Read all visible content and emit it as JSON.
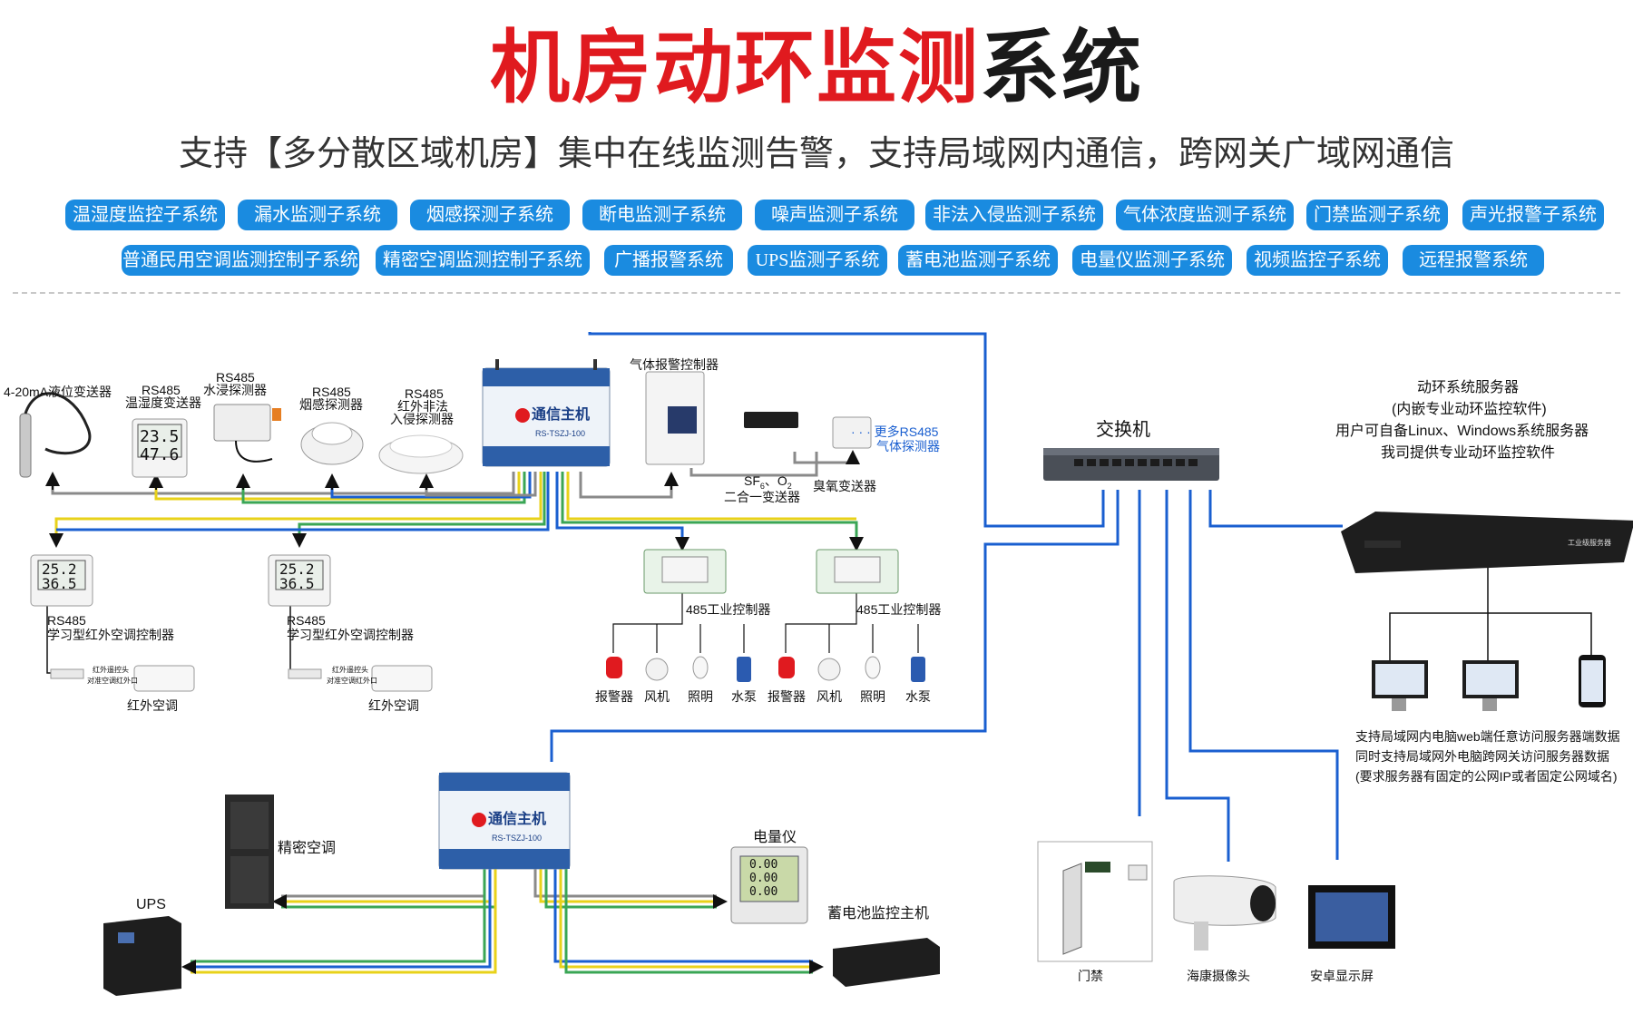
{
  "title": {
    "red": "机房动环监测",
    "black": "系统"
  },
  "subtitle": "支持【多分散区域机房】集中在线监测告警，支持局域网内通信，跨网关广域网通信",
  "subsystems_row1": [
    "温湿度监控子系统",
    "漏水监测子系统",
    "烟感探测子系统",
    "断电监测子系统",
    "噪声监测子系统",
    "非法入侵监测子系统",
    "气体浓度监测子系统",
    "门禁监测子系统",
    "声光报警子系统"
  ],
  "subsystems_row2": [
    "普通民用空调监测控制子系统",
    "精密空调监测控制子系统",
    "广播报警系统",
    "UPS监测子系统",
    "蓄电池监测子系统",
    "电量仪监测子系统",
    "视频监控子系统",
    "远程报警系统"
  ],
  "sensors": {
    "level": "4-20mA液位变送器",
    "th_a": "RS485",
    "th_b": "温湿度变送器",
    "water_a": "RS485",
    "water_b": "水浸探测器",
    "smoke_a": "RS485",
    "smoke_b": "烟感探测器",
    "ir_a": "RS485",
    "ir_b": "红外非法",
    "ir_c": "入侵探测器"
  },
  "host": {
    "name": "通信主机",
    "model": "RS-TSZJ-100"
  },
  "gas": {
    "controller": "气体报警控制器",
    "more_a": "· · · 更多RS485",
    "more_b": "气体探测器",
    "sf6_a": "SF",
    "sf6_sub": "6",
    "sf6_sep": "、O",
    "o2_sub": "2",
    "sf6_b": "二合一变送器",
    "ozone": "臭氧变送器"
  },
  "ac_controller": {
    "a": "RS485",
    "b": "学习型红外空调控制器"
  },
  "ac_label": "红外空调",
  "ir_hint": {
    "a": "红外遥控头",
    "b": "对准空调红外口"
  },
  "industrial": {
    "label": "485工业控制器"
  },
  "outputs": [
    "报警器",
    "风机",
    "照明",
    "水泵"
  ],
  "lower": {
    "precision_ac": "精密空调",
    "ups": "UPS",
    "meter": "电量仪",
    "battery": "蓄电池监控主机",
    "meter_readings": [
      "0.00",
      "0.00",
      "0.00"
    ]
  },
  "switch": {
    "label": "交换机"
  },
  "server": {
    "lines": [
      "动环系统服务器",
      "(内嵌专业动环监控软件)",
      "用户可自备Linux、Windows系统服务器",
      "我司提供专业动环监控软件"
    ],
    "device_label": "工业级服务器"
  },
  "access_notes": [
    "支持局域网内电脑web端任意访问服务器端数据",
    "同时支持局域网外电脑跨网关访问服务器数据",
    "(要求服务器有固定的公网IP或者固定公网域名)"
  ],
  "endpoints": {
    "door": "门禁",
    "camera": "海康摄像头",
    "screen": "安卓显示屏"
  },
  "display_values": {
    "temp": "23.5",
    "hum": "47.6",
    "temp2": "25.2",
    "hum2": "36.5"
  },
  "colors": {
    "title_red": "#e01a1f",
    "pill_blue": "#1a8be0",
    "cable_blue": "#1a5fd0",
    "cable_yellow": "#e8d21a",
    "cable_green": "#3aa655",
    "cable_gray": "#8a8a8a"
  }
}
